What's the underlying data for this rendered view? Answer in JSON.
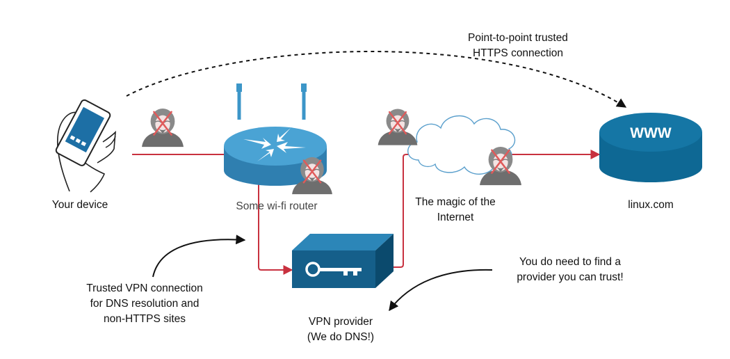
{
  "labels": {
    "device": "Your device",
    "router": "Some wi-fi router",
    "internet": [
      "The magic of the",
      "Internet"
    ],
    "website": "linux.com",
    "website_badge": "WWW",
    "https": [
      "Point-to-point trusted",
      "HTTPS connection"
    ],
    "vpn_note": [
      "Trusted VPN connection",
      "for DNS resolution and",
      "non-HTTPS sites"
    ],
    "vpn_provider": [
      "VPN provider",
      "(We do DNS!)"
    ],
    "trust_note": [
      "You do need to find a",
      "provider you can trust!"
    ]
  },
  "icons": {
    "device": "hand-holding-phone-icon",
    "router": "wifi-router-icon",
    "cloud": "cloud-icon",
    "website": "www-server-icon",
    "vpn": "vpn-key-box-icon",
    "blocked_snoop": "blocked-hacker-icon"
  },
  "colors": {
    "path": "#c8313f",
    "router_blue": "#3c96c8",
    "server_blue": "#0f6e99",
    "vpn_blue": "#145f8a",
    "hacker_gray": "#7a7a7a",
    "cross_red": "#e05a5a"
  }
}
